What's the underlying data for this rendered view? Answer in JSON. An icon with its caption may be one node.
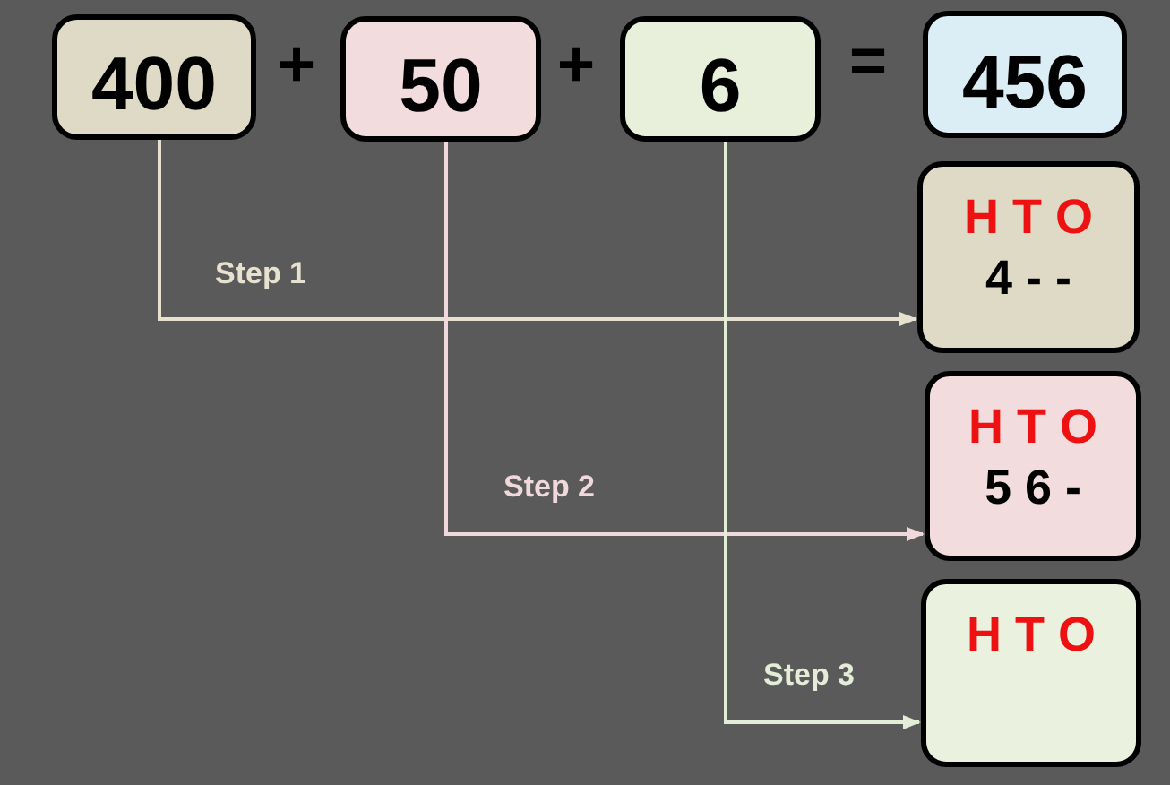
{
  "diagram": {
    "nodes": [
      {
        "text": [
          "400"
        ]
      },
      {
        "text": [
          "50"
        ]
      },
      {
        "text": [
          "6"
        ]
      },
      {
        "text": [
          "456"
        ]
      },
      {
        "text": [
          "H T O",
          "4 - -"
        ]
      },
      {
        "text": [
          "H T O",
          "5 6 -"
        ]
      },
      {
        "text": [
          "H T O"
        ]
      }
    ],
    "edges": [
      {
        "from": 0,
        "to": 4,
        "arrow": "to",
        "label": "Step 1",
        "color": "#e6e2cf"
      },
      {
        "from": 1,
        "to": 5,
        "arrow": "to",
        "label": "Step 2",
        "color": "#f0d8dc"
      },
      {
        "from": 2,
        "to": 6,
        "arrow": "to",
        "label": "Step 3",
        "color": "#e4edd8"
      }
    ],
    "labels": [
      "+",
      "+",
      "="
    ]
  }
}
